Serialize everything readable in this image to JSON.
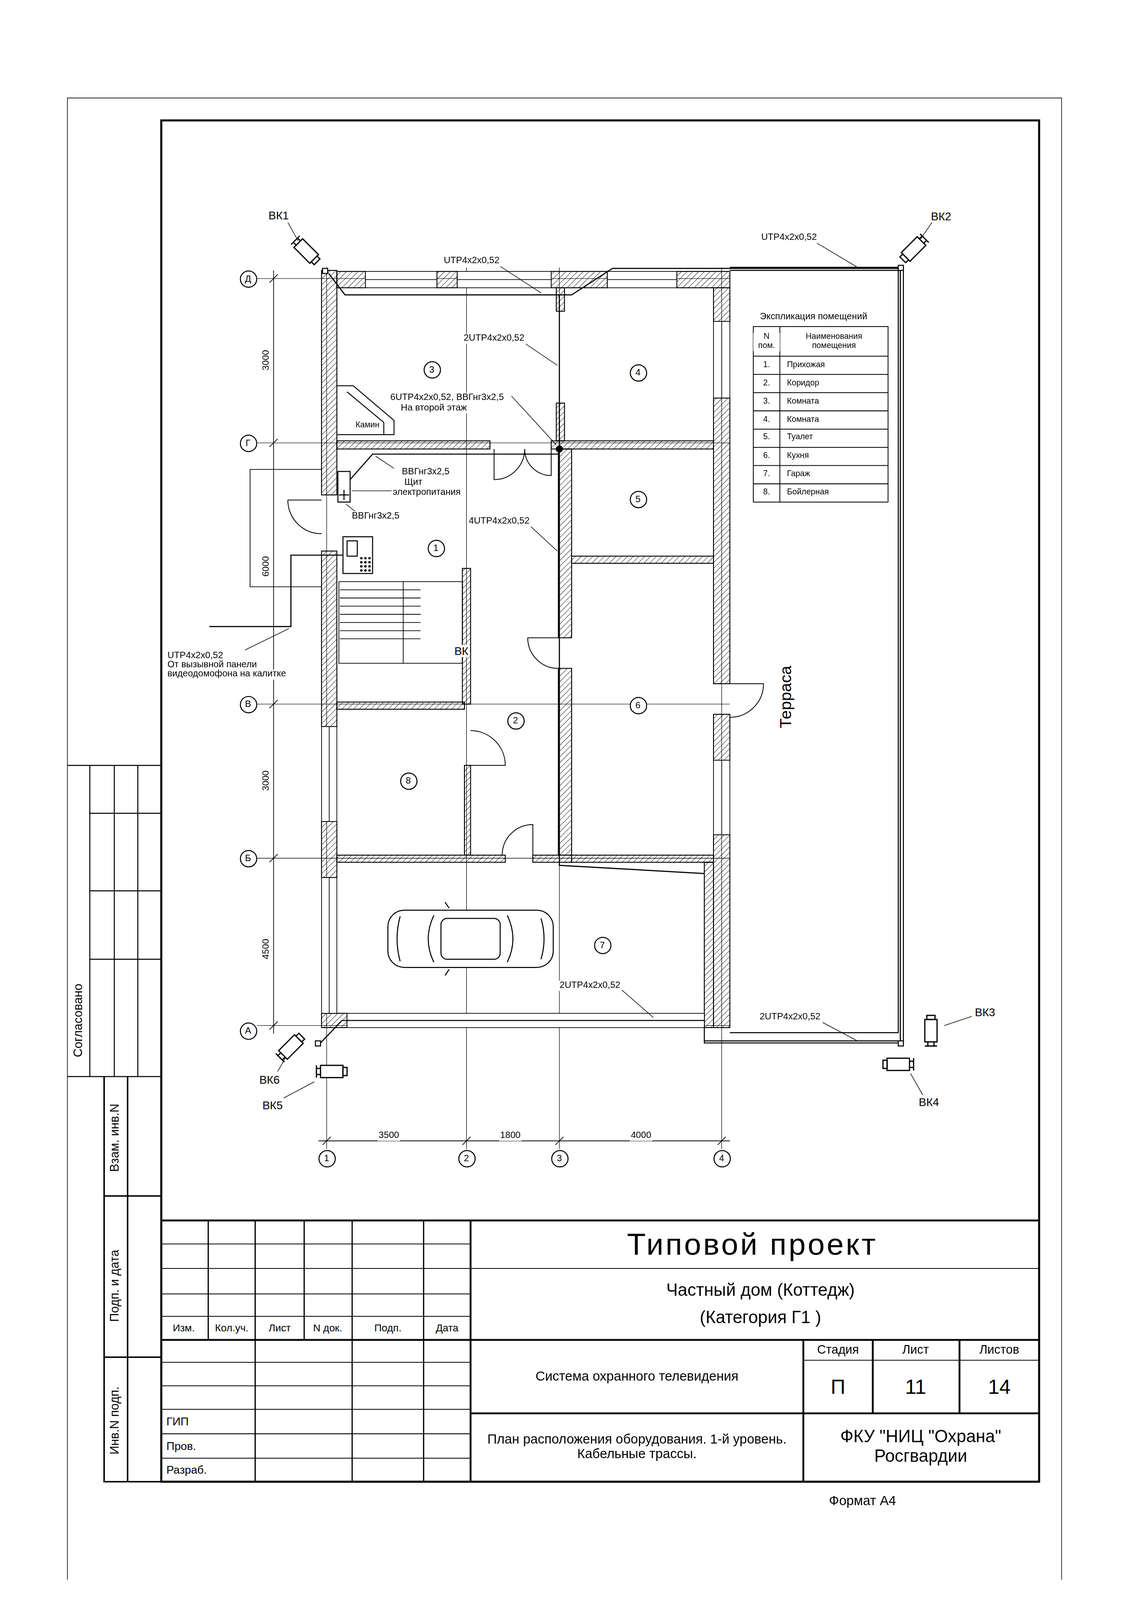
{
  "diagram": {
    "nodes": [
      {
        "text": [
          "Д"
        ]
      },
      {
        "text": [
          "3"
        ]
      },
      {
        "text": [
          "4"
        ]
      },
      {
        "text": [
          "Г"
        ]
      },
      {
        "text": [
          "5"
        ]
      },
      {
        "text": [
          "1"
        ]
      },
      {
        "text": [
          "В"
        ]
      },
      {
        "text": [
          "2"
        ]
      },
      {
        "text": [
          "6"
        ]
      },
      {
        "text": [
          "8"
        ]
      },
      {
        "text": [
          "Б"
        ]
      },
      {
        "text": [
          "7"
        ]
      },
      {
        "text": [
          "А"
        ]
      },
      {
        "text": [
          "1"
        ]
      },
      {
        "text": [
          "2"
        ]
      },
      {
        "text": [
          "3"
        ]
      },
      {
        "text": [
          "4"
        ]
      }
    ],
    "labels": [
      "ВК1",
      "ВК2",
      "UTP4x2x0,52",
      "UTP4x2x0,52",
      "2UTP4x2x0,52",
      "6UTP4x2x0,52, ВВГнг3х2,5",
      "На второй этаж",
      "Камин",
      "ВВГнг3х2,5",
      "Щит",
      "электропитания",
      "ВВГнг3х2,5",
      "4UTP4x2x0,52",
      "UTP4x2x0,52",
      "От вызывной панели",
      "видеодомофона на калитке",
      "ВК",
      "Терраса",
      "2UTP4x2x0,52",
      "2UTP4x2x0,52",
      "ВК3",
      "ВК6",
      "ВК5",
      "ВК4",
      "3000",
      "6000",
      "3000",
      "4500",
      "3500",
      "1800",
      "4000",
      "Экспликация помещений",
      "N пом.",
      "Наименования помещения",
      "1.",
      "Прихожая",
      "2.",
      "Коридор",
      "3.",
      "Комната",
      "4.",
      "Комната",
      "5.",
      "Туалет",
      "6.",
      "Кухня",
      "7.",
      "Гараж",
      "8.",
      "Бойлерная",
      "Изм.",
      "Кол.уч.",
      "Лист",
      "N док.",
      "Подп.",
      "Дата",
      "ГИП",
      "Пров.",
      "Разраб.",
      "Типовой проект",
      "Частный дом (Коттедж)",
      "(Категория Г1 )",
      "Система охранного телевидения",
      "Стадия",
      "Лист",
      "Листов",
      "П",
      "11",
      "14",
      "План расположения оборудования. 1-й уровень. Кабельные трассы.",
      "ФКУ \"НИЦ \"Охрана\" Росгвардии",
      "Формат А4",
      "Согласовано",
      "Взам. инв.N",
      "Подп. и дата",
      "Инв.N подп."
    ]
  }
}
